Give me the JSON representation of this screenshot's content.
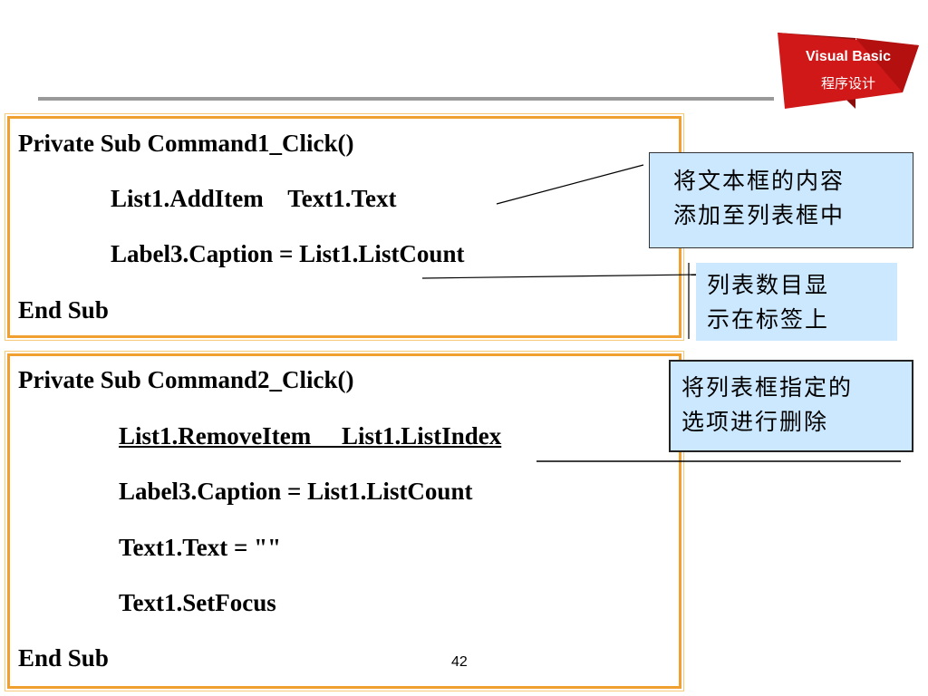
{
  "logo": {
    "title": "Visual Basic",
    "subtitle": "程序设计",
    "colors": {
      "red": "#d01818",
      "dark_red": "#8c0c0c"
    }
  },
  "code_block_1": {
    "lines": [
      "Private Sub Command1_Click()",
      "List1.AddItem    Text1.Text",
      "Label3.Caption = List1.ListCount",
      "End Sub"
    ]
  },
  "code_block_2": {
    "lines": [
      "Private Sub Command2_Click()",
      "List1.RemoveItem     List1.ListIndex",
      "Label3.Caption = List1.ListCount",
      "Text1.Text = \"\"",
      "Text1.SetFocus",
      "End Sub"
    ]
  },
  "notes": {
    "note1": [
      "将文本框的内容",
      "添加至列表框中"
    ],
    "note2": [
      "列表数目显",
      "示在标签上"
    ],
    "note3": [
      "将列表框指定的",
      "选项进行删除"
    ]
  },
  "page_number": "42",
  "colors": {
    "box_border": "#f0a030",
    "note_bg": "#cce8ff",
    "rule": "#999999"
  }
}
